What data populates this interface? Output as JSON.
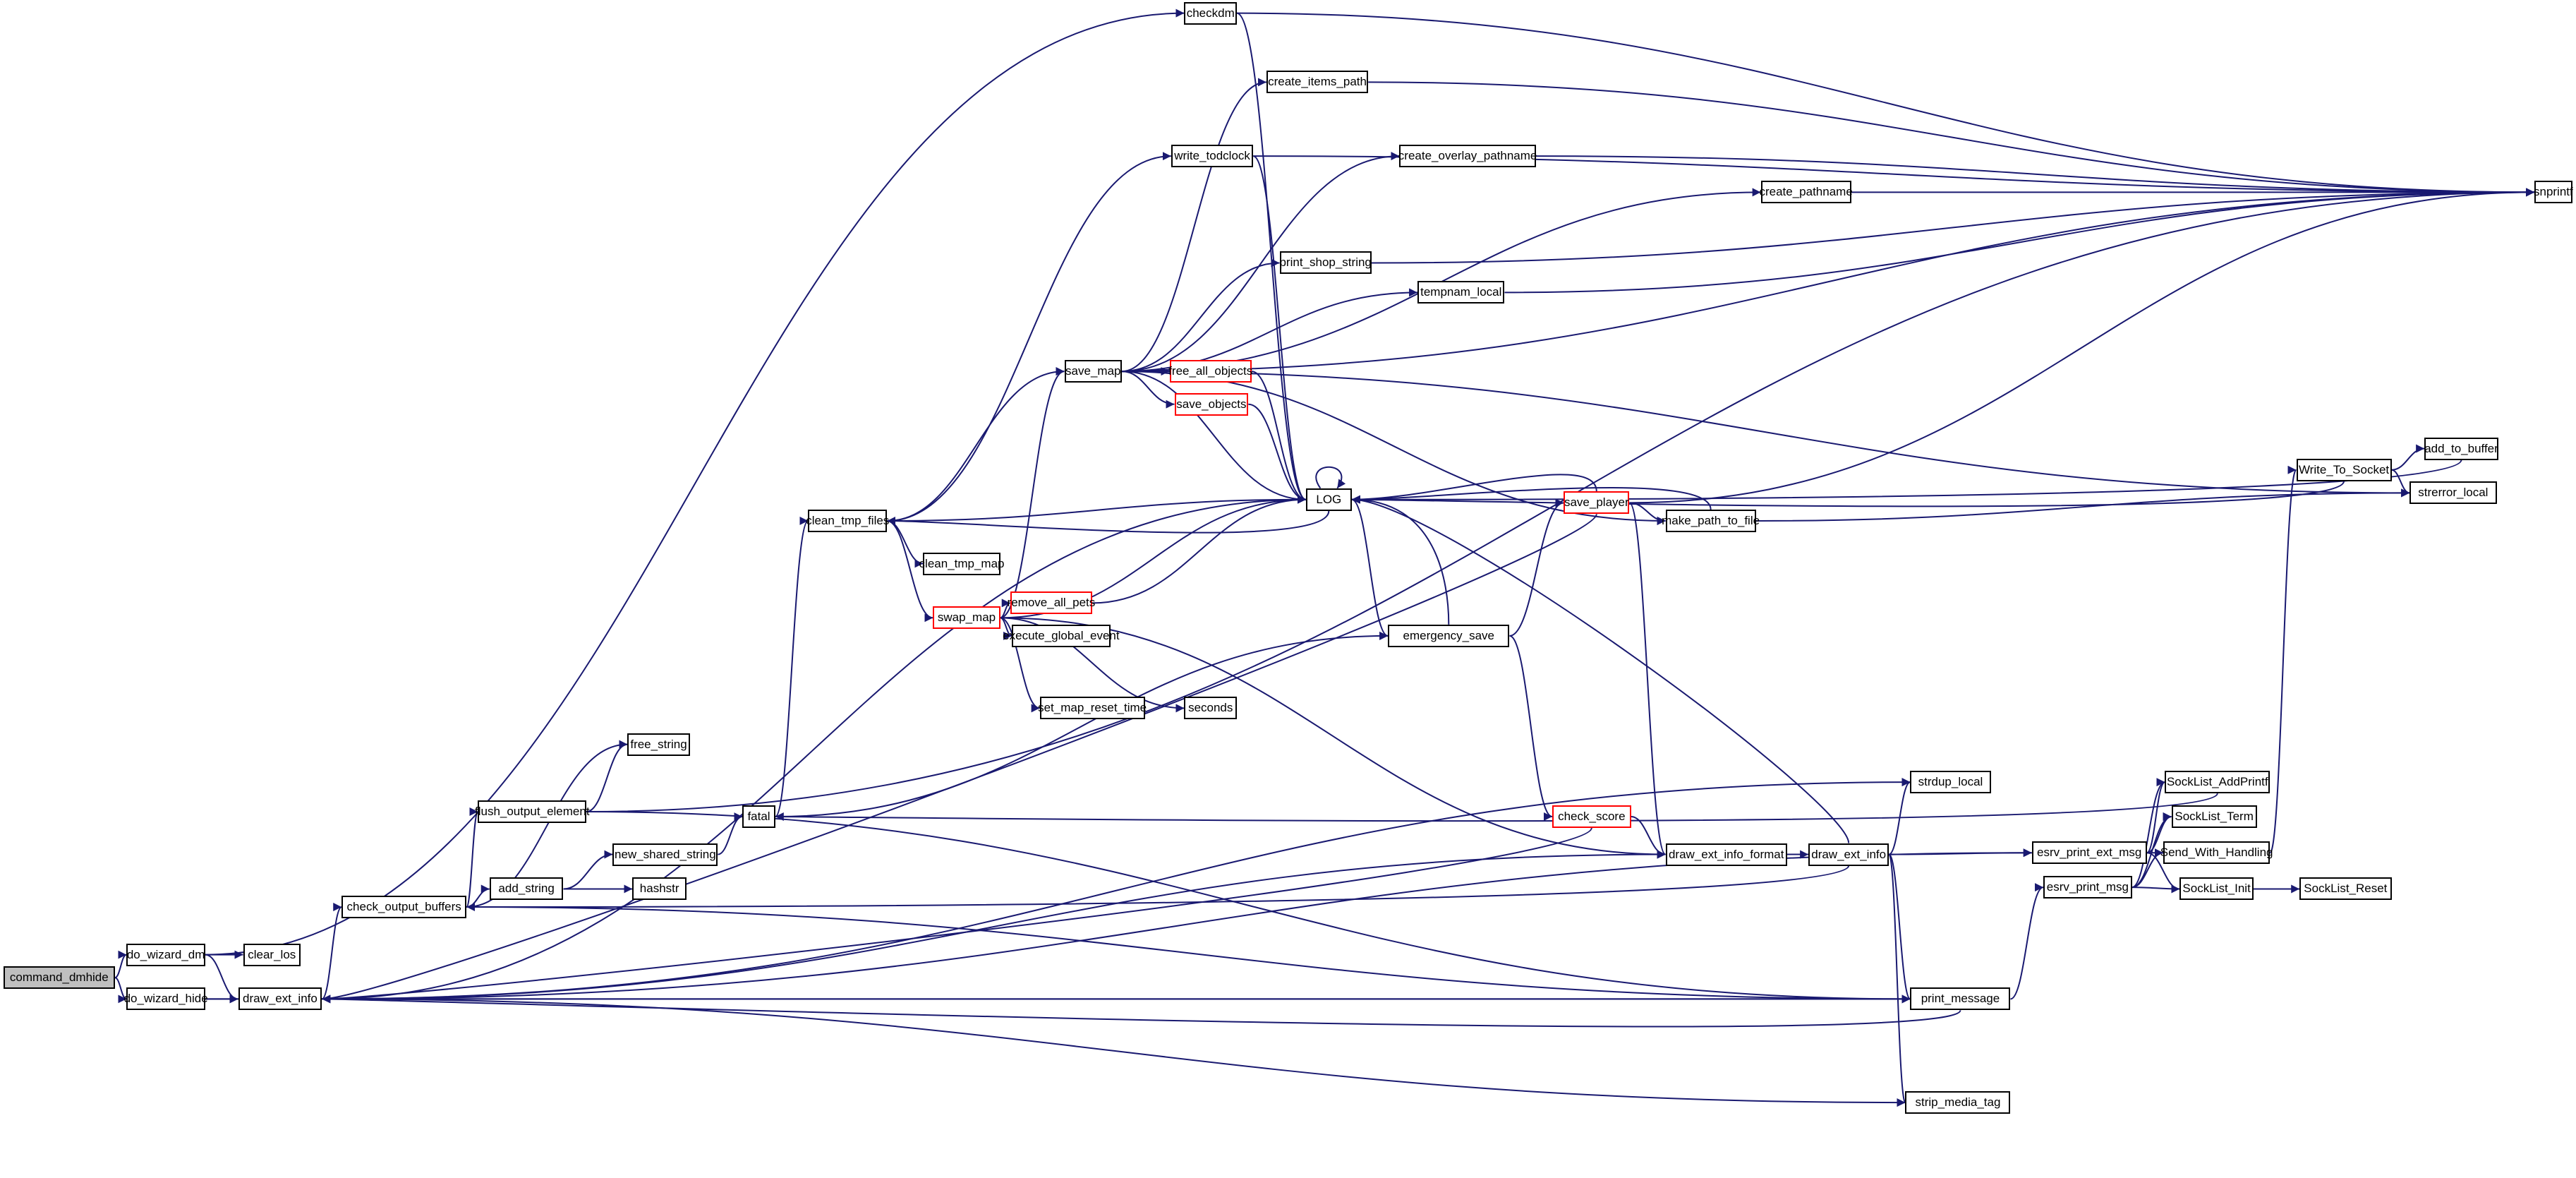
{
  "colors": {
    "edge": "#191970",
    "node_border": "#000000",
    "incomplete_border": "#ff0000",
    "root_fill": "#bfbfbf"
  },
  "nodes": [
    {
      "id": "command_dmhide",
      "label": "command_dmhide",
      "root": true
    },
    {
      "id": "do_wizard_dm",
      "label": "do_wizard_dm"
    },
    {
      "id": "do_wizard_hide",
      "label": "do_wizard_hide"
    },
    {
      "id": "clear_los",
      "label": "clear_los"
    },
    {
      "id": "draw_ext_info_l",
      "label": "draw_ext_info"
    },
    {
      "id": "checkdm",
      "label": "checkdm"
    },
    {
      "id": "create_items_path",
      "label": "create_items_path"
    },
    {
      "id": "write_todclock",
      "label": "write_todclock"
    },
    {
      "id": "create_overlay_pathname",
      "label": "create_overlay_pathname"
    },
    {
      "id": "create_pathname",
      "label": "create_pathname"
    },
    {
      "id": "snprintf",
      "label": "snprintf"
    },
    {
      "id": "print_shop_string",
      "label": "print_shop_string"
    },
    {
      "id": "tempnam_local",
      "label": "tempnam_local"
    },
    {
      "id": "save_map",
      "label": "save_map"
    },
    {
      "id": "free_all_objects",
      "label": "free_all_objects",
      "red": true
    },
    {
      "id": "save_objects",
      "label": "save_objects",
      "red": true
    },
    {
      "id": "LOG",
      "label": "LOG"
    },
    {
      "id": "clean_tmp_files",
      "label": "clean_tmp_files"
    },
    {
      "id": "clean_tmp_map",
      "label": "clean_tmp_map"
    },
    {
      "id": "save_player",
      "label": "save_player",
      "red": true
    },
    {
      "id": "make_path_to_file",
      "label": "make_path_to_file"
    },
    {
      "id": "add_to_buffer",
      "label": "add_to_buffer"
    },
    {
      "id": "Write_To_Socket",
      "label": "Write_To_Socket"
    },
    {
      "id": "strerror_local",
      "label": "strerror_local"
    },
    {
      "id": "swap_map",
      "label": "swap_map",
      "red": true
    },
    {
      "id": "remove_all_pets",
      "label": "remove_all_pets",
      "red": true
    },
    {
      "id": "execute_global_event",
      "label": "execute_global_event"
    },
    {
      "id": "emergency_save",
      "label": "emergency_save"
    },
    {
      "id": "set_map_reset_time",
      "label": "set_map_reset_time"
    },
    {
      "id": "seconds",
      "label": "seconds"
    },
    {
      "id": "free_string",
      "label": "free_string"
    },
    {
      "id": "flush_output_element",
      "label": "flush_output_element"
    },
    {
      "id": "fatal",
      "label": "fatal"
    },
    {
      "id": "strdup_local",
      "label": "strdup_local"
    },
    {
      "id": "check_score",
      "label": "check_score",
      "red": true
    },
    {
      "id": "new_shared_string",
      "label": "new_shared_string"
    },
    {
      "id": "draw_ext_info_format",
      "label": "draw_ext_info_format"
    },
    {
      "id": "draw_ext_info_r",
      "label": "draw_ext_info"
    },
    {
      "id": "SockList_AddPrintf",
      "label": "SockList_AddPrintf"
    },
    {
      "id": "SockList_Term",
      "label": "SockList_Term"
    },
    {
      "id": "esrv_print_ext_msg",
      "label": "esrv_print_ext_msg"
    },
    {
      "id": "Send_With_Handling",
      "label": "Send_With_Handling"
    },
    {
      "id": "add_string",
      "label": "add_string"
    },
    {
      "id": "hashstr",
      "label": "hashstr"
    },
    {
      "id": "SockList_Init",
      "label": "SockList_Init"
    },
    {
      "id": "SockList_Reset",
      "label": "SockList_Reset"
    },
    {
      "id": "esrv_print_msg",
      "label": "esrv_print_msg"
    },
    {
      "id": "check_output_buffers",
      "label": "check_output_buffers"
    },
    {
      "id": "print_message",
      "label": "print_message"
    },
    {
      "id": "strip_media_tag",
      "label": "strip_media_tag"
    }
  ],
  "edges": [
    [
      "command_dmhide",
      "do_wizard_dm"
    ],
    [
      "command_dmhide",
      "do_wizard_hide"
    ],
    [
      "do_wizard_dm",
      "checkdm"
    ],
    [
      "do_wizard_dm",
      "clear_los"
    ],
    [
      "do_wizard_dm",
      "draw_ext_info_l"
    ],
    [
      "do_wizard_hide",
      "draw_ext_info_l"
    ],
    [
      "do_wizard_hide",
      "print_message"
    ],
    [
      "draw_ext_info_l",
      "check_output_buffers"
    ],
    [
      "draw_ext_info_l",
      "LOG"
    ],
    [
      "draw_ext_info_l",
      "draw_ext_info_format"
    ],
    [
      "draw_ext_info_l",
      "esrv_print_ext_msg"
    ],
    [
      "draw_ext_info_l",
      "print_message"
    ],
    [
      "draw_ext_info_l",
      "strip_media_tag"
    ],
    [
      "draw_ext_info_l",
      "strdup_local"
    ],
    [
      "checkdm",
      "LOG"
    ],
    [
      "checkdm",
      "snprintf"
    ],
    [
      "check_output_buffers",
      "flush_output_element"
    ],
    [
      "check_output_buffers",
      "free_string"
    ],
    [
      "check_output_buffers",
      "add_string"
    ],
    [
      "check_output_buffers",
      "print_message"
    ],
    [
      "flush_output_element",
      "free_string"
    ],
    [
      "flush_output_element",
      "snprintf"
    ],
    [
      "flush_output_element",
      "print_message"
    ],
    [
      "add_string",
      "new_shared_string"
    ],
    [
      "add_string",
      "hashstr"
    ],
    [
      "new_shared_string",
      "fatal"
    ],
    [
      "fatal",
      "clean_tmp_files"
    ],
    [
      "fatal",
      "emergency_save"
    ],
    [
      "clean_tmp_files",
      "write_todclock"
    ],
    [
      "clean_tmp_files",
      "save_map"
    ],
    [
      "clean_tmp_files",
      "LOG"
    ],
    [
      "clean_tmp_files",
      "clean_tmp_map"
    ],
    [
      "clean_tmp_files",
      "swap_map"
    ],
    [
      "LOG",
      "clean_tmp_files"
    ],
    [
      "LOG",
      "LOG"
    ],
    [
      "LOG",
      "emergency_save"
    ],
    [
      "swap_map",
      "save_map"
    ],
    [
      "swap_map",
      "remove_all_pets"
    ],
    [
      "swap_map",
      "execute_global_event"
    ],
    [
      "swap_map",
      "set_map_reset_time"
    ],
    [
      "swap_map",
      "seconds"
    ],
    [
      "swap_map",
      "LOG"
    ],
    [
      "swap_map",
      "draw_ext_info_format"
    ],
    [
      "remove_all_pets",
      "LOG"
    ],
    [
      "save_map",
      "create_items_path"
    ],
    [
      "save_map",
      "create_overlay_pathname"
    ],
    [
      "save_map",
      "create_pathname"
    ],
    [
      "save_map",
      "print_shop_string"
    ],
    [
      "save_map",
      "tempnam_local"
    ],
    [
      "save_map",
      "free_all_objects"
    ],
    [
      "save_map",
      "save_objects"
    ],
    [
      "save_map",
      "LOG"
    ],
    [
      "save_map",
      "snprintf"
    ],
    [
      "save_map",
      "make_path_to_file"
    ],
    [
      "save_map",
      "strerror_local"
    ],
    [
      "free_all_objects",
      "LOG"
    ],
    [
      "save_objects",
      "LOG"
    ],
    [
      "create_items_path",
      "snprintf"
    ],
    [
      "create_overlay_pathname",
      "snprintf"
    ],
    [
      "create_pathname",
      "snprintf"
    ],
    [
      "tempnam_local",
      "snprintf"
    ],
    [
      "print_shop_string",
      "snprintf"
    ],
    [
      "write_todclock",
      "snprintf"
    ],
    [
      "write_todclock",
      "LOG"
    ],
    [
      "emergency_save",
      "LOG"
    ],
    [
      "emergency_save",
      "save_player"
    ],
    [
      "emergency_save",
      "check_score"
    ],
    [
      "save_player",
      "LOG"
    ],
    [
      "save_player",
      "make_path_to_file"
    ],
    [
      "save_player",
      "draw_ext_info_format"
    ],
    [
      "save_player",
      "snprintf"
    ],
    [
      "save_player",
      "draw_ext_info_l"
    ],
    [
      "check_score",
      "draw_ext_info_format"
    ],
    [
      "check_score",
      "draw_ext_info_l"
    ],
    [
      "make_path_to_file",
      "LOG"
    ],
    [
      "make_path_to_file",
      "strerror_local"
    ],
    [
      "Write_To_Socket",
      "LOG"
    ],
    [
      "Write_To_Socket",
      "add_to_buffer"
    ],
    [
      "Write_To_Socket",
      "strerror_local"
    ],
    [
      "add_to_buffer",
      "LOG"
    ],
    [
      "draw_ext_info_format",
      "draw_ext_info_r"
    ],
    [
      "draw_ext_info_r",
      "LOG"
    ],
    [
      "draw_ext_info_r",
      "strdup_local"
    ],
    [
      "draw_ext_info_r",
      "esrv_print_ext_msg"
    ],
    [
      "draw_ext_info_r",
      "print_message"
    ],
    [
      "draw_ext_info_r",
      "strip_media_tag"
    ],
    [
      "draw_ext_info_r",
      "check_output_buffers"
    ],
    [
      "esrv_print_ext_msg",
      "SockList_AddPrintf"
    ],
    [
      "esrv_print_ext_msg",
      "SockList_Term"
    ],
    [
      "esrv_print_ext_msg",
      "Send_With_Handling"
    ],
    [
      "esrv_print_ext_msg",
      "SockList_Init"
    ],
    [
      "esrv_print_msg",
      "SockList_AddPrintf"
    ],
    [
      "esrv_print_msg",
      "Send_With_Handling"
    ],
    [
      "esrv_print_msg",
      "SockList_Init"
    ],
    [
      "esrv_print_msg",
      "SockList_Term"
    ],
    [
      "Send_With_Handling",
      "Write_To_Socket"
    ],
    [
      "SockList_Init",
      "SockList_Reset"
    ],
    [
      "SockList_AddPrintf",
      "fatal"
    ],
    [
      "print_message",
      "esrv_print_msg"
    ],
    [
      "print_message",
      "draw_ext_info_l"
    ]
  ]
}
